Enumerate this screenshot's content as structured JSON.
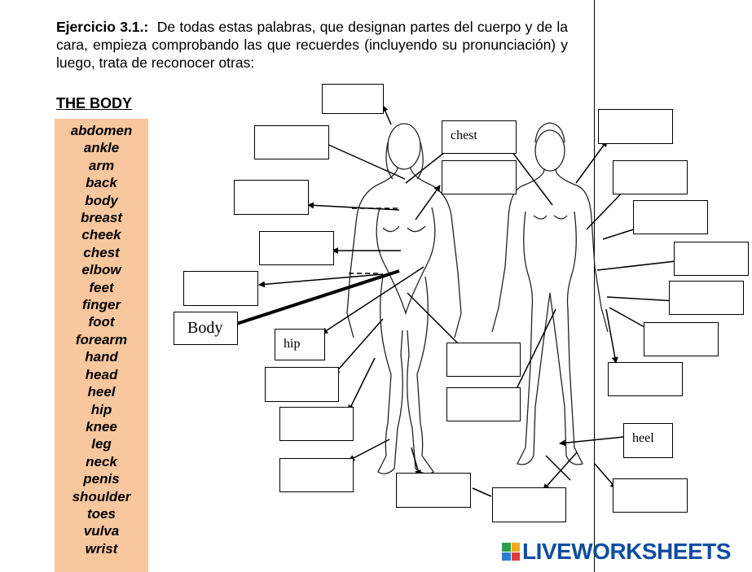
{
  "exercise": {
    "label": "Ejercicio 3.1.:",
    "text": "De todas estas palabras, que designan partes del cuerpo y de la cara, empieza comprobando las que recuerdes (incluyendo su pronunciación) y luego, trata de reconocer otras:"
  },
  "section_title": "THE BODY",
  "words": [
    "abdomen",
    "ankle",
    "arm",
    "back",
    "body",
    "breast",
    "cheek",
    "chest",
    "elbow",
    "feet",
    "finger",
    "foot",
    "forearm",
    "hand",
    "head",
    "heel",
    "hip",
    "knee",
    "leg",
    "neck",
    "penis",
    "shoulder",
    "toes",
    "vulva",
    "wrist"
  ],
  "answers": {
    "a1": "",
    "a2": "",
    "a3": "",
    "a4": "",
    "a5": "",
    "body": "Body",
    "hip": "hip",
    "a8": "",
    "a9": "",
    "a10": "",
    "chest": "chest",
    "a12": "",
    "a13": "",
    "a14": "",
    "a15": "",
    "a16": "",
    "a17": "",
    "a18": "",
    "a19": "",
    "a20": "",
    "a21": "",
    "a22": "",
    "a23": "",
    "heel": "heel",
    "a25": ""
  },
  "logo": {
    "text": "LIVEWORKSHEETS",
    "colors": [
      "#2e9e49",
      "#f2a81d",
      "#2a7fd4",
      "#e33b3b"
    ]
  }
}
